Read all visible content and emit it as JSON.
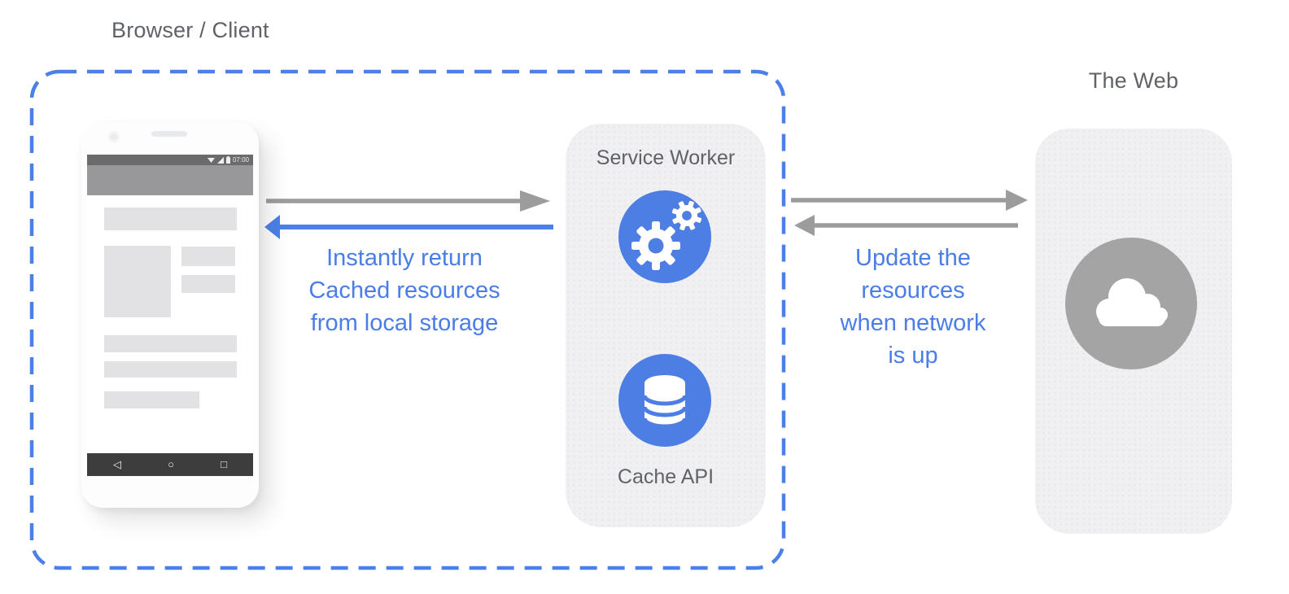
{
  "diagram": {
    "title_left": "Browser / Client",
    "title_right": "The Web",
    "service_worker_panel": {
      "title": "Service Worker",
      "cache_label": "Cache API"
    },
    "captions": {
      "cached_response": "Instantly return\nCached resources\nfrom local storage",
      "network_update": "Update the\nresources\nwhen network\nis up"
    },
    "phone": {
      "status_time": "07:00",
      "nav": {
        "back": "◁",
        "home": "○",
        "recents": "□"
      }
    },
    "icons": {
      "service_worker": "dual-gears",
      "cache": "database-cylinder",
      "web": "cloud",
      "status": [
        "wifi",
        "cell-signal",
        "battery"
      ]
    },
    "colors": {
      "accent_blue": "#4a80e8",
      "caption_blue": "#4a7de8",
      "circle_blue": "#4c7ee3",
      "arrow_gray": "#9c9c9c",
      "label_gray": "#5f6368",
      "panel_bg": "#f0f0f2",
      "web_circle_gray": "#a4a4a4"
    }
  }
}
